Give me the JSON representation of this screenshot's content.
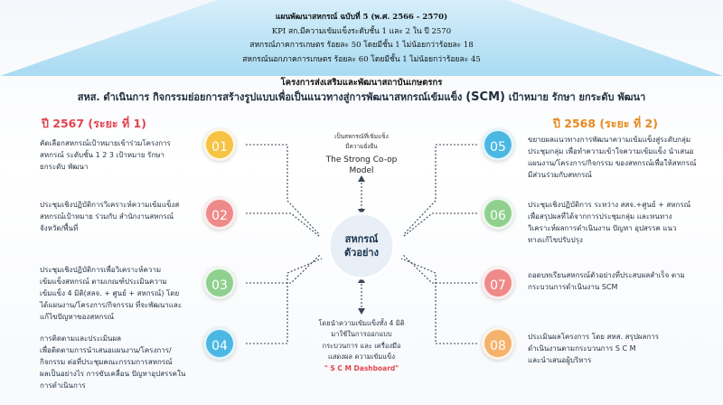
{
  "roof": {
    "plan_title": "แผนพัฒนาสหกรณ์ ฉบับที่ 5 (พ.ศ. 2566 - 2570)",
    "kpi": "KPI สก.มีความเข้มแข็งระดับชั้น 1 และ 2 ใน ปี 2570",
    "agri": "สหกรณ์ภาคการเกษตร ร้อยละ 50 โดยมีชั้น 1 ไม่น้อยกว่าร้อยละ 18",
    "nonagri": "สหกรณ์นอกภาคการเกษตร ร้อยละ 60 โดยมีชั้น 1 ไม่น้อยกว่าร้อยละ 45"
  },
  "project_title": "โครงการส่งเสริมและพัฒนาสถาบันเกษตรกร",
  "subtitle": {
    "prefix": "สหส. ดำเนินการ กิจกรรมย่อยการสร้างรูปแบบเพื่อเป็นแนวทางสู่การพัฒนาสหกรณ์เข้มแข็ง",
    "scm": "(SCM)",
    "suffix": "เป้าหมาย รักษา ยกระดับ พัฒนา"
  },
  "year_left": "ปี 2567 (ระยะ ที่ 1)",
  "year_right": "ปี 2568 (ระยะ ที่ 2)",
  "steps": [
    {
      "num": "01",
      "lines": [
        "คัดเลือกสหกรณ์เป้าหมายเข้าร่วมโครงการ",
        "สหกรณ์ ระดับชั้น 1 2 3 เป้าหมาย รักษา",
        "ยกระดับ พัฒนา"
      ]
    },
    {
      "num": "02",
      "lines": [
        "ประชุมเชิงปฏิบัติการวิเคราะห์ความเข้มแข็งส",
        "สหกรณ์เป้าหมาย ร่วมกับ สำนักงานสหกรณ์",
        "จังหวัด/พื้นที่"
      ]
    },
    {
      "num": "03",
      "lines": [
        "ประชุมเชิงปฏิบัติการเพื่อวิเคราะห์ความ",
        "เข้มแข็งสหกรณ์ ตามเกณฑ์ประเมินความ",
        "เข้มแข็ง 4 มิติ(สลจ. + ศูนย์ + สหกรณ์) โดย",
        "ได้แผนงาน/โครงการ/กิจกรรม ที่จะพัฒนาและ",
        "แก้ไขปัญหาของสหกรณ์"
      ]
    },
    {
      "num": "04",
      "lines": [
        "การติดตามและประเมินผล",
        "เพื่อติดตามการนำเสนอแผนงาน/โครงการ/",
        "กิจกรรม ต่อที่ประชุมคณะกรรมการสหกรณ์",
        "ผลเป็นอย่างไร การขับเคลื่อน ปัญหาอุปสรรคใน",
        "การดำเนินการ"
      ]
    },
    {
      "num": "05",
      "lines": [
        "ขยายผลแนวทางการพัฒนาความเข้มแข็งสู่ระดับกลุ่ม",
        "ประชุมกลุ่ม เพื่อทำความเข้าใจความเข้มแข็ง นำเสนอ",
        "แผนงาน/โครงการ/กิจกรรม ของสหกรณ์เพื่อให้สหกรณ์",
        "มีส่วนร่วมกับสหกรณ์"
      ]
    },
    {
      "num": "06",
      "lines": [
        "ประชุมเชิงปฏิบัติการ ระหว่าง สสจ.+ศูนย์ + สหกรณ์",
        "เพื่อสรุปผลที่ได้จากการประชุมกลุ่ม และหนทาง",
        "วิเคราะห์ผลการดำเนินงาน ปัญหา อุปสรรค แนว",
        "ทางแก้ไขปรับปรุง"
      ]
    },
    {
      "num": "07",
      "lines": [
        "ถอดบทเรียนสหกรณ์ตัวอย่างที่ประสบผลสำเร็จ ตาม",
        "กระบวนการดำเนินงาน SCM"
      ]
    },
    {
      "num": "08",
      "lines": [
        "ประเมินผลโครงการ โดย สหส. สรุปผลการ",
        "ดำเนินงานตามกระบวนการ S C M",
        "และนำเสนอผู้บริหาร"
      ]
    }
  ],
  "model": {
    "th_lines": [
      "เป็นสหกรณ์ที่เข้มแข็ง",
      "มีความยั่งยืน"
    ],
    "en_lines": [
      "The Strong Co-op",
      "Model"
    ]
  },
  "hub": {
    "line1": "สหกรณ์",
    "line2": "ตัวอย่าง"
  },
  "bottom_note": {
    "lines": [
      "โดยนำความเข้มแข็งทั้ง 4 มิติ",
      "มาใช้ในการออกแบบ",
      "กระบวนการ และ เครื่องมือ",
      "แสดงผล ความเข้มแข็ง"
    ],
    "dashboard": "\" S C M Dashboard\""
  },
  "colors": {
    "year_left": "#e2444f",
    "year_right": "#e58a1e",
    "yellow": "#f6c343",
    "pink": "#ef8a8a",
    "green": "#8fd08f",
    "blue": "#4bb8e3",
    "orange": "#f5b26b",
    "roof": "#bfe3f4",
    "hub": "#e9eff6"
  }
}
